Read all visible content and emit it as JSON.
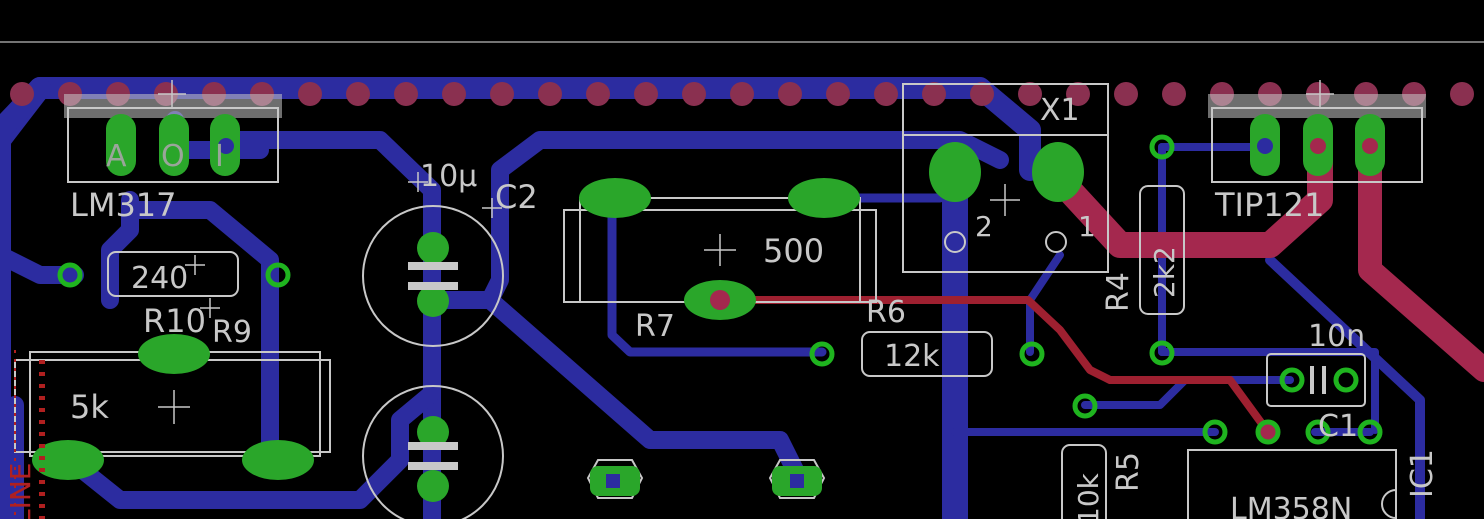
{
  "view": {
    "colors": {
      "background": "#000000",
      "bottom_copper": "#2c2ca0",
      "top_copper": "#a4284e",
      "thin_top_trace": "#9e2030",
      "pad": "#2aa62a",
      "pad_ring": "#1fb41f",
      "silkscreen": "#c8c8c8",
      "ratsnest_bg": "#8a3050"
    }
  },
  "parts": {
    "lm317": {
      "name": "LM317",
      "pins": [
        "A",
        "O",
        "I"
      ]
    },
    "tip121": {
      "name": "TIP121"
    },
    "x1": {
      "name": "X1",
      "pin1": "1",
      "pin2": "2"
    },
    "c2": {
      "name": "C2",
      "value": "10µ"
    },
    "r10": {
      "name": "R10",
      "value": "240"
    },
    "r9": {
      "name": "R9",
      "value": "5k"
    },
    "r7": {
      "name": "R7",
      "value": "500"
    },
    "r6": {
      "name": "R6",
      "value": "12k"
    },
    "r4": {
      "name": "R4",
      "value": "2k2"
    },
    "r5": {
      "name": "R5",
      "value": "10k"
    },
    "c1": {
      "name": "C1",
      "value": "10n"
    },
    "ic1": {
      "name": "IC1",
      "value": "LM358N"
    },
    "edge_left": {
      "text": "LINE"
    }
  }
}
